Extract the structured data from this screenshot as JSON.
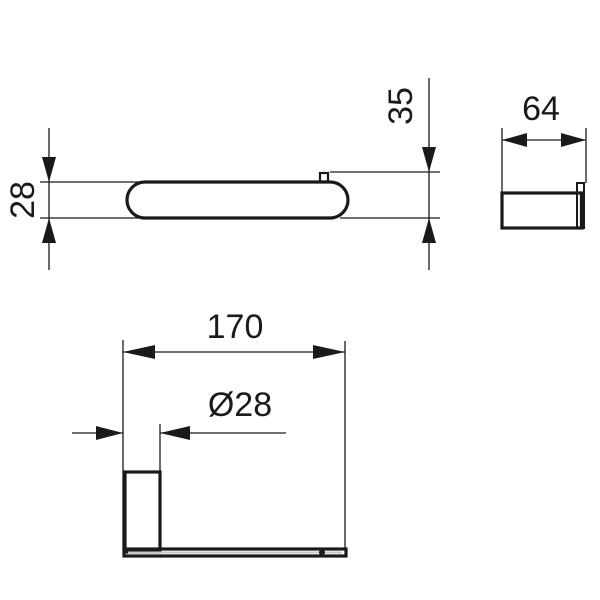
{
  "drawing": {
    "type": "technical-dimension-drawing",
    "subject": "toilet roll holder",
    "units": "mm",
    "line_color": "#1a1a1a",
    "background": "#ffffff"
  },
  "views": {
    "top_view": {
      "dimensions": {
        "height_left": "28",
        "height_right": "35"
      }
    },
    "side_view": {
      "dimensions": {
        "depth": "64"
      }
    },
    "front_view": {
      "dimensions": {
        "length": "170",
        "diameter": "Ø28"
      }
    }
  }
}
